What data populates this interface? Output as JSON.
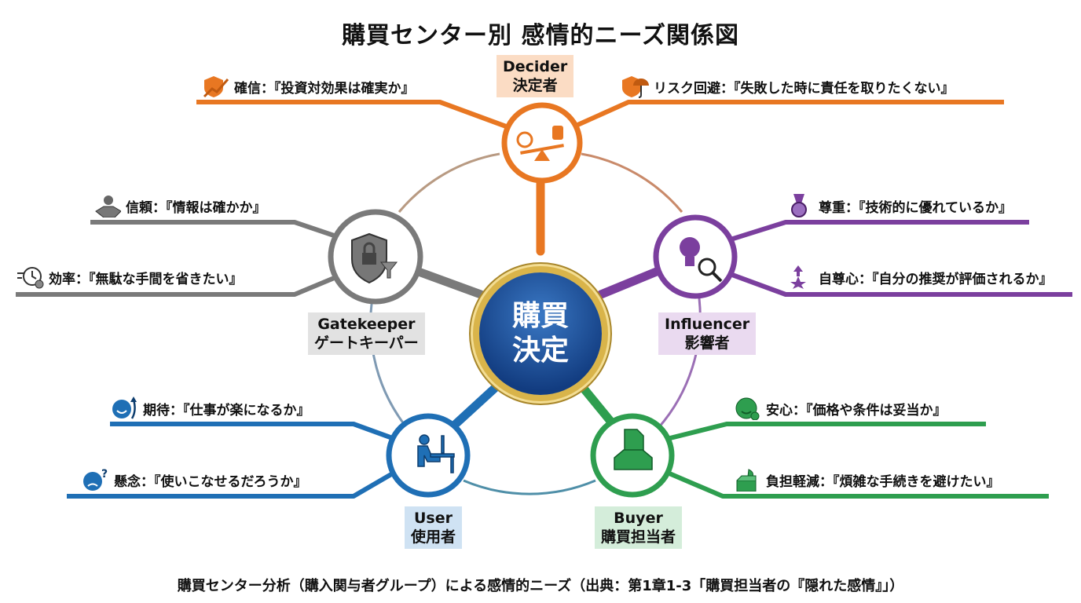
{
  "title": "購買センター別 感情的ニーズ関係図",
  "hub": {
    "line1": "購買",
    "line2": "決定"
  },
  "colors": {
    "decider": "#e87722",
    "gatekeeper": "#7a7a7a",
    "influencer": "#7b3f9e",
    "user": "#1f6fb5",
    "buyer": "#2e9e4f",
    "hub": "#1d4f9c",
    "gold": "#d9b44a"
  },
  "roles": {
    "decider": {
      "en": "Decider",
      "ja": "決定者",
      "icon": "scale-thumbs-up-icon",
      "needs": [
        {
          "text": "確信：『投資対効果は確実か』",
          "icon": "shield-growth-icon"
        },
        {
          "text": "リスク回避：『失敗した時に責任を取りたくない』",
          "icon": "shield-umbrella-icon"
        }
      ]
    },
    "gatekeeper": {
      "en": "Gatekeeper",
      "ja": "ゲートキーパー",
      "icon": "shield-lock-filter-icon",
      "needs": [
        {
          "text": "信頼：『情報は確かか』",
          "icon": "handshake-icon"
        },
        {
          "text": "効率：『無駄な手間を省きたい』",
          "icon": "clock-gear-icon"
        }
      ]
    },
    "influencer": {
      "en": "Influencer",
      "ja": "影響者",
      "icon": "lightbulb-magnifier-icon",
      "needs": [
        {
          "text": "尊重：『技術的に優れているか』",
          "icon": "medal-icon"
        },
        {
          "text": "自尊心：『自分の推奨が評価されるか』",
          "icon": "star-arrow-icon"
        }
      ]
    },
    "user": {
      "en": "User",
      "ja": "使用者",
      "icon": "person-at-desk-icon",
      "needs": [
        {
          "text": "期待：『仕事が楽になるか』",
          "icon": "smile-arrow-icon"
        },
        {
          "text": "懸念：『使いこなせるだろうか』",
          "icon": "worried-face-icon"
        }
      ]
    },
    "buyer": {
      "en": "Buyer",
      "ja": "購買担当者",
      "icon": "invoice-handshake-icon",
      "needs": [
        {
          "text": "安心：『価格や条件は妥当か』",
          "icon": "relieved-face-icon"
        },
        {
          "text": "負担軽減：『煩雑な手続きを避けたい』",
          "icon": "box-feather-icon"
        }
      ]
    }
  },
  "caption": "購買センター分析（購入関与者グループ）による感情的ニーズ（出典：第1章1-3「購買担当者の『隠れた感情』」）"
}
